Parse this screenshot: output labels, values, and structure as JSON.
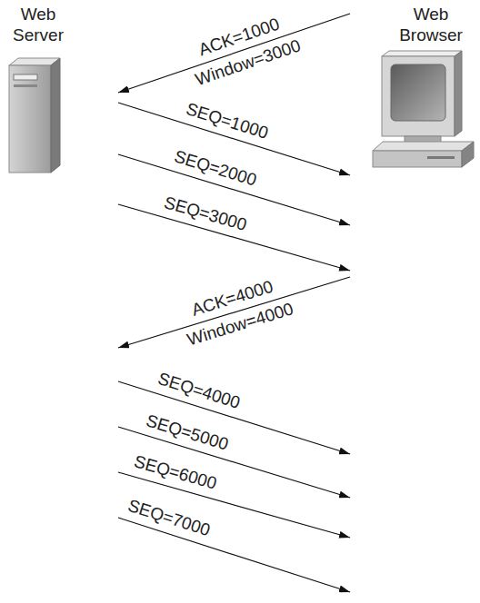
{
  "diagram": {
    "nodes": [
      {
        "text": [
          "Web Server"
        ]
      },
      {
        "text": [
          "Web Browser"
        ]
      }
    ],
    "edges": [
      {
        "from": 1,
        "to": 0,
        "arrow": "to",
        "label": "ACK=1000 Window=3000"
      },
      {
        "from": 0,
        "to": 1,
        "arrow": "to",
        "label": "SEQ=1000"
      },
      {
        "from": 0,
        "to": 1,
        "arrow": "to",
        "label": "SEQ=2000"
      },
      {
        "from": 0,
        "to": 1,
        "arrow": "to",
        "label": "SEQ=3000"
      },
      {
        "from": 1,
        "to": 0,
        "arrow": "to",
        "label": "ACK=4000 Window=4000"
      },
      {
        "from": 0,
        "to": 1,
        "arrow": "to",
        "label": "SEQ=4000"
      },
      {
        "from": 0,
        "to": 1,
        "arrow": "to",
        "label": "SEQ=5000"
      },
      {
        "from": 0,
        "to": 1,
        "arrow": "to",
        "label": "SEQ=6000"
      },
      {
        "from": 0,
        "to": 1,
        "arrow": "to",
        "label": "SEQ=7000"
      }
    ]
  }
}
